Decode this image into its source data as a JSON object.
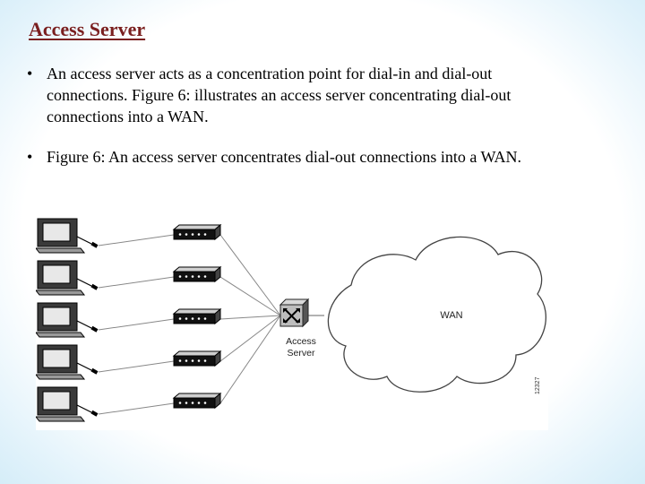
{
  "slide": {
    "title": "Access Server",
    "bullets": [
      {
        "marker": "•",
        "text": "An access server acts as a concentration point for dial-in and dial-out connections. Figure 6: illustrates an access server concentrating dial-out connections into a WAN."
      },
      {
        "marker": "•",
        "text": "Figure 6: An access server concentrates dial-out connections into a WAN."
      }
    ]
  },
  "figure": {
    "server_label_line1": "Access",
    "server_label_line2": "Server",
    "cloud_label": "WAN",
    "figure_id": "12327",
    "pc_count": 5,
    "modem_count": 5
  }
}
